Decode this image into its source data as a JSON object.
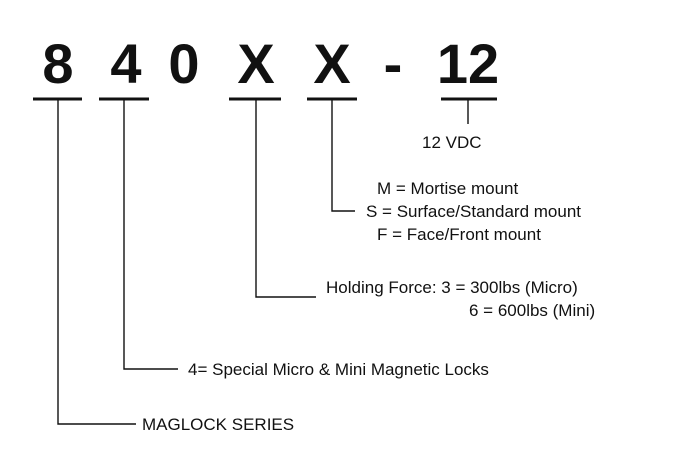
{
  "code": {
    "chars": [
      "8",
      "4",
      "0",
      "X",
      "X",
      "-",
      "12"
    ]
  },
  "legend": {
    "voltage": "12 VDC",
    "mount": {
      "m": "M = Mortise mount",
      "s": "S = Surface/Standard mount",
      "f": "F = Face/Front mount"
    },
    "force": {
      "line1": "Holding Force: 3 = 300lbs (Micro)",
      "line2": "6 = 600lbs (Mini)"
    },
    "type": "4= Special Micro & Mini Magnetic Locks",
    "series": "MAGLOCK SERIES"
  }
}
